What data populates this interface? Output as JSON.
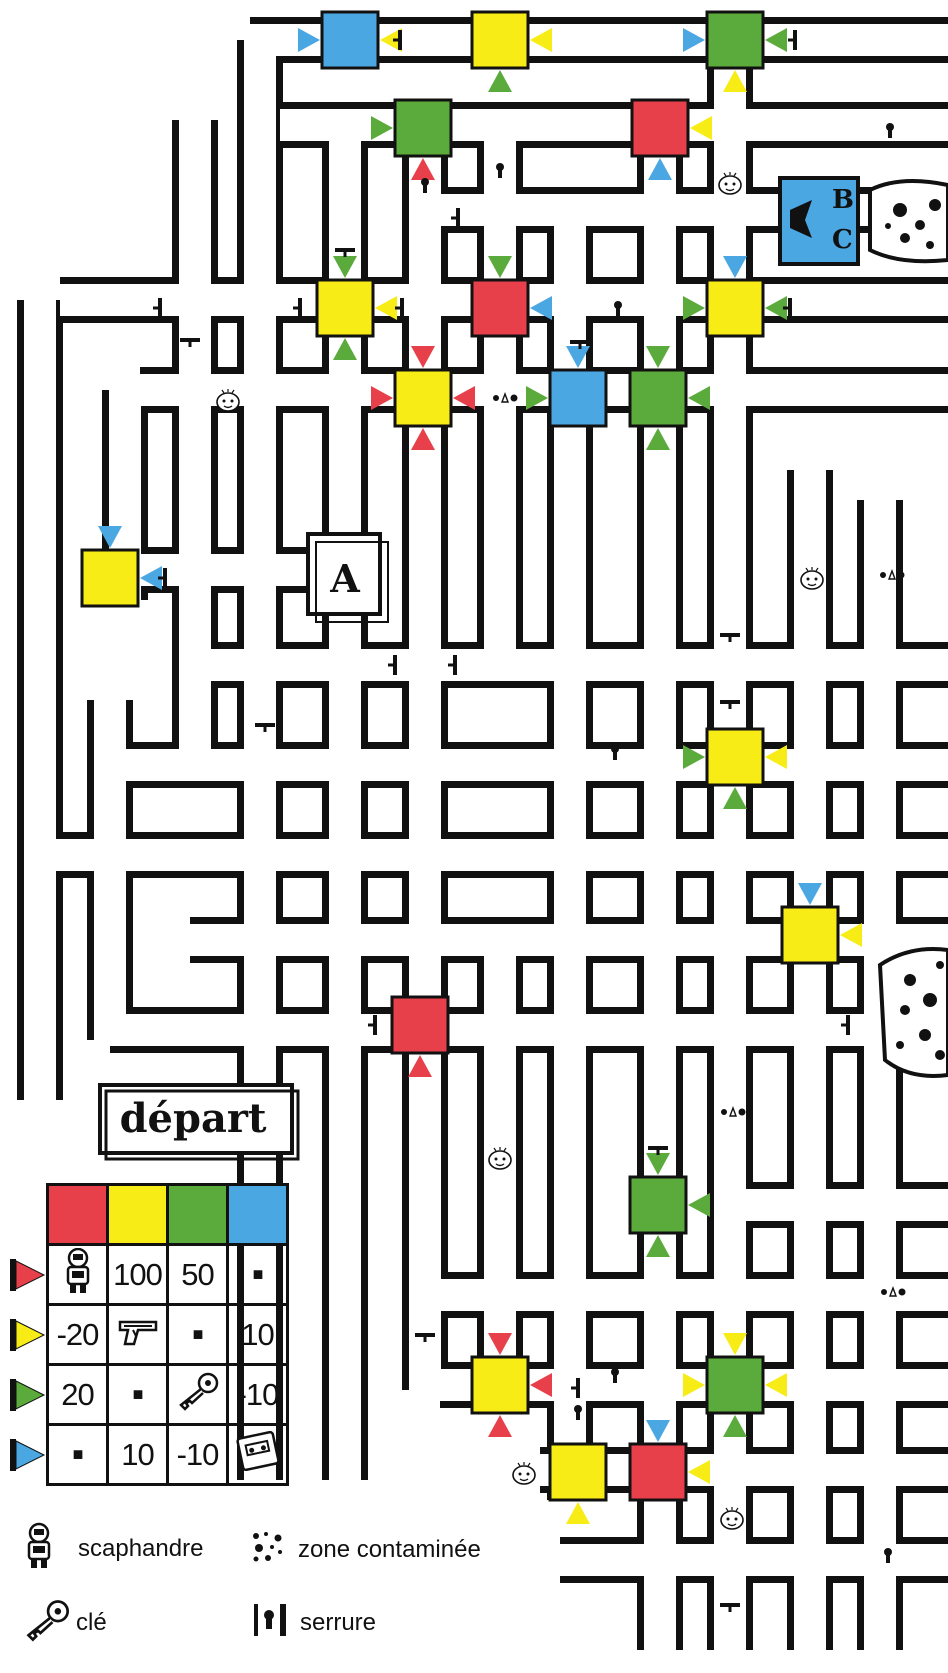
{
  "colors": {
    "red": "#e8404a",
    "yellow": "#f7ec15",
    "green": "#5aab3c",
    "blue": "#4aa7e2",
    "pipe_outline": "#111111",
    "pipe_fill": "#ffffff"
  },
  "rooms": {
    "start_label": "départ",
    "room_a": "A",
    "room_b": "B",
    "room_c": "C"
  },
  "score_table": {
    "header_colors": [
      "red",
      "yellow",
      "green",
      "blue"
    ],
    "rows": [
      {
        "marker": "red",
        "cells": [
          "scaphandre-icon",
          "100",
          "50",
          "■"
        ]
      },
      {
        "marker": "yellow",
        "cells": [
          "-20",
          "pistol-icon",
          "■",
          "10"
        ]
      },
      {
        "marker": "green",
        "cells": [
          "20",
          "■",
          "key-icon",
          "-10"
        ]
      },
      {
        "marker": "blue",
        "cells": [
          "■",
          "10",
          "-10",
          "cassette-icon"
        ]
      }
    ]
  },
  "legend": {
    "scaphandre": "scaphandre",
    "contaminated": "zone contaminée",
    "key": "clé",
    "lock": "serrure"
  }
}
